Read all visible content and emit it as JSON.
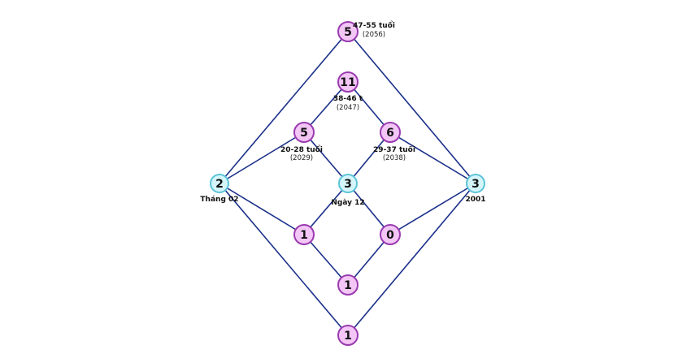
{
  "colors": {
    "edge": "#1a2f8a",
    "pink_fill": "#f3c6f6",
    "pink_stroke": "#9a3bb0",
    "cyan_fill": "#d4f6fb",
    "cyan_stroke": "#5bc3d8"
  },
  "nodes": [
    {
      "id": "n-top",
      "value": "5",
      "style": "pink",
      "label": "47-55 tuổi",
      "sublabel": "(2056)"
    },
    {
      "id": "n-inner-top",
      "value": "11",
      "style": "pink",
      "label": "38-46 t",
      "sublabel": "(2047)"
    },
    {
      "id": "n-inner-left",
      "value": "5",
      "style": "pink",
      "label": "20-28 tuổi",
      "sublabel": "(2029)"
    },
    {
      "id": "n-inner-right",
      "value": "6",
      "style": "pink",
      "label": "29-37 tuổi",
      "sublabel": "(2038)"
    },
    {
      "id": "n-left",
      "value": "2",
      "style": "cyan",
      "label": "Tháng 02",
      "sublabel": ""
    },
    {
      "id": "n-center",
      "value": "3",
      "style": "cyan",
      "label": "Ngày 12",
      "sublabel": ""
    },
    {
      "id": "n-right",
      "value": "3",
      "style": "cyan",
      "label": "2001",
      "sublabel": ""
    },
    {
      "id": "n-lower-left",
      "value": "1",
      "style": "pink",
      "label": "",
      "sublabel": ""
    },
    {
      "id": "n-lower-right",
      "value": "0",
      "style": "pink",
      "label": "",
      "sublabel": ""
    },
    {
      "id": "n-inner-bottom",
      "value": "1",
      "style": "pink",
      "label": "",
      "sublabel": ""
    },
    {
      "id": "n-bottom",
      "value": "1",
      "style": "pink",
      "label": "",
      "sublabel": ""
    }
  ],
  "edges": [
    [
      "n-left",
      "n-top"
    ],
    [
      "n-top",
      "n-right"
    ],
    [
      "n-left",
      "n-bottom"
    ],
    [
      "n-bottom",
      "n-right"
    ],
    [
      "n-left",
      "n-inner-left"
    ],
    [
      "n-inner-left",
      "n-inner-top"
    ],
    [
      "n-inner-top",
      "n-inner-right"
    ],
    [
      "n-inner-right",
      "n-right"
    ],
    [
      "n-inner-left",
      "n-center"
    ],
    [
      "n-center",
      "n-inner-right"
    ],
    [
      "n-left",
      "n-lower-left"
    ],
    [
      "n-center",
      "n-lower-left"
    ],
    [
      "n-center",
      "n-lower-right"
    ],
    [
      "n-lower-left",
      "n-inner-bottom"
    ],
    [
      "n-inner-bottom",
      "n-lower-right"
    ],
    [
      "n-lower-right",
      "n-right"
    ]
  ]
}
